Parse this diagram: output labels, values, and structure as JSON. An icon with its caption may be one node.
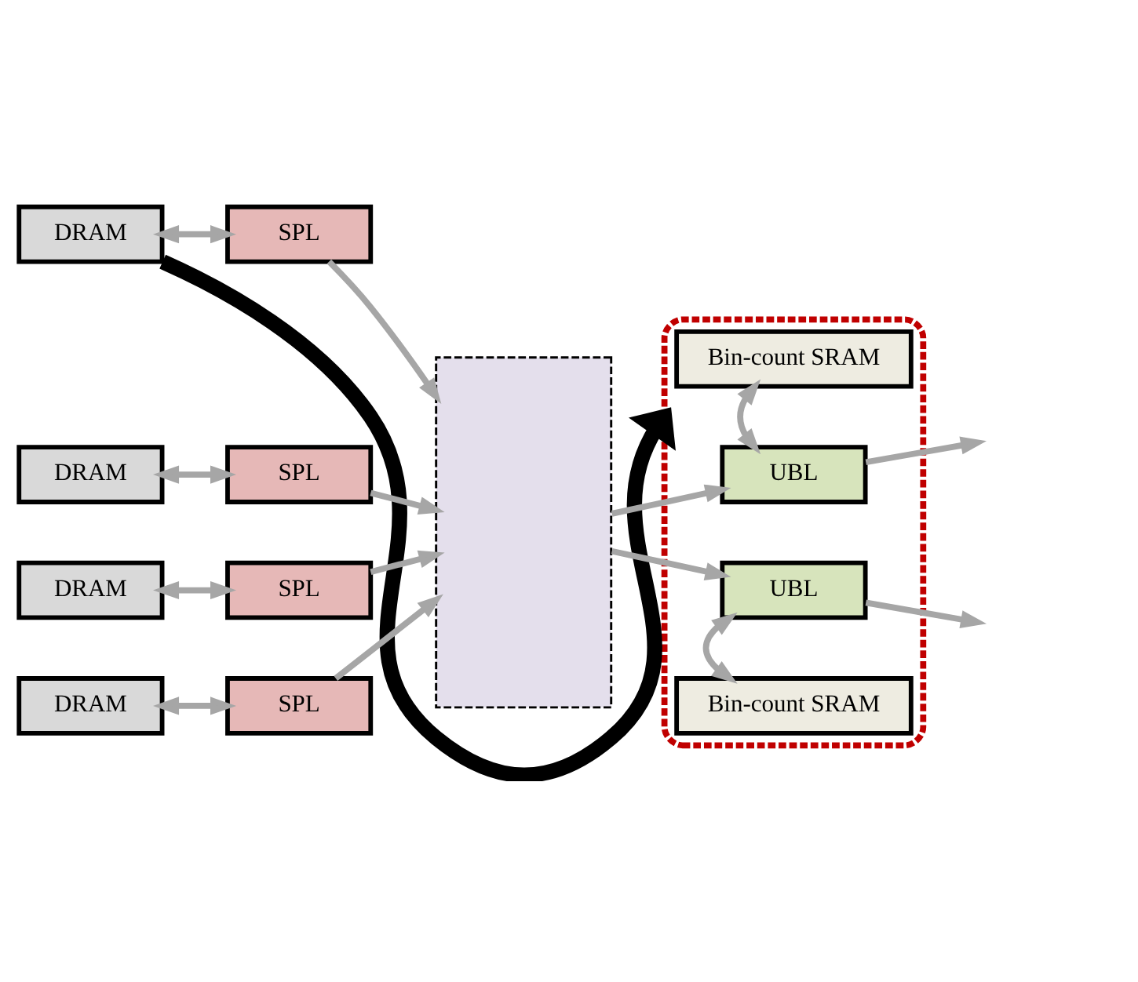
{
  "diagram": {
    "nodes": [
      {
        "text": [
          "DRAM"
        ]
      },
      {
        "text": [
          "SPL"
        ]
      },
      {
        "text": [
          "DRAM"
        ]
      },
      {
        "text": [
          "SPL"
        ]
      },
      {
        "text": [
          "DRAM"
        ]
      },
      {
        "text": [
          "SPL"
        ]
      },
      {
        "text": [
          "DRAM"
        ]
      },
      {
        "text": [
          "SPL"
        ]
      },
      {
        "text": [],
        "shape": "box"
      },
      {
        "text": [],
        "shape": "ellipse"
      },
      {
        "text": [
          "Bin-count SRAM"
        ],
        "in": 9
      },
      {
        "text": [
          "UBL"
        ],
        "in": 9
      },
      {
        "text": [
          "UBL"
        ],
        "in": 9
      },
      {
        "text": [
          "Bin-count SRAM"
        ],
        "in": 9
      }
    ],
    "edges": [
      {
        "from": 0,
        "to": 9,
        "arrow": "to",
        "style": "thick",
        "color": "#000000"
      },
      {
        "from": 0,
        "to": 1,
        "arrow": "both"
      },
      {
        "from": 2,
        "to": 3,
        "arrow": "both"
      },
      {
        "from": 4,
        "to": 5,
        "arrow": "both"
      },
      {
        "from": 6,
        "to": 7,
        "arrow": "both"
      },
      {
        "from": 1,
        "to": 8,
        "arrow": "to"
      },
      {
        "from": 3,
        "to": 8,
        "arrow": "to"
      },
      {
        "from": 5,
        "to": 8,
        "arrow": "to"
      },
      {
        "from": 7,
        "to": 8,
        "arrow": "to"
      },
      {
        "from": 10,
        "to": 11,
        "arrow": "both"
      },
      {
        "from": 8,
        "to": 11,
        "arrow": "to"
      },
      {
        "from": 8,
        "to": 12,
        "arrow": "to"
      },
      {
        "from": 11,
        "to": null,
        "arrow": "to"
      },
      {
        "from": 12,
        "to": null,
        "arrow": "to"
      },
      {
        "from": 12,
        "to": 13,
        "arrow": "both"
      }
    ]
  }
}
